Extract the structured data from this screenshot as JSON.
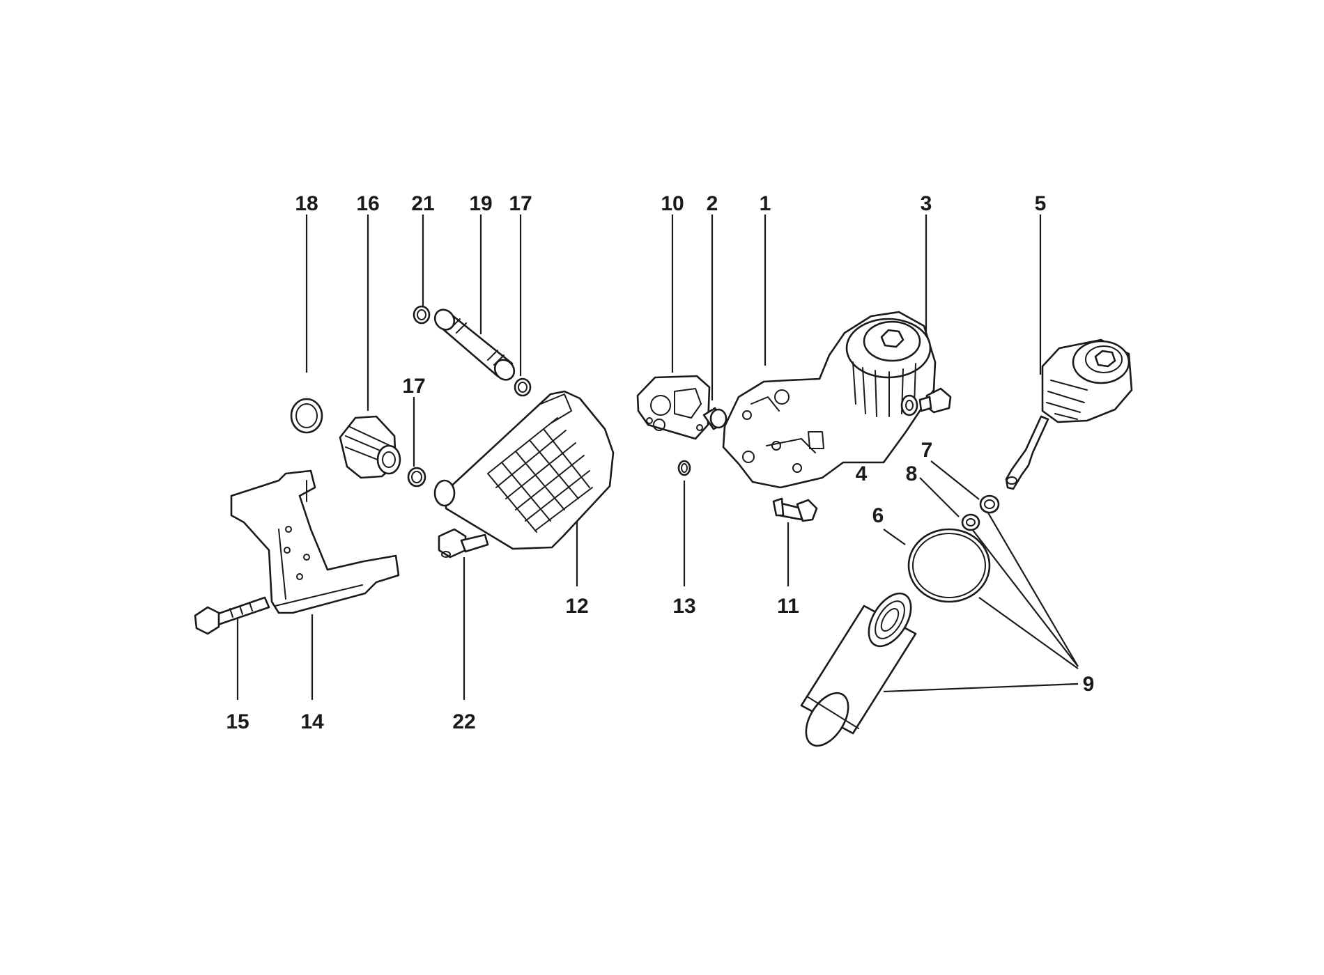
{
  "callouts": {
    "c1": "1",
    "c2": "2",
    "c3": "3",
    "c4": "4",
    "c5": "5",
    "c6": "6",
    "c7": "7",
    "c8": "8",
    "c9": "9",
    "c10": "10",
    "c11": "11",
    "c12": "12",
    "c13": "13",
    "c14": "14",
    "c15": "15",
    "c16": "16",
    "c17a": "17",
    "c17b": "17",
    "c18": "18",
    "c19": "19",
    "c21": "21",
    "c22": "22"
  },
  "colors": {
    "ink": "#1a1a1a",
    "paper": "#ffffff"
  }
}
